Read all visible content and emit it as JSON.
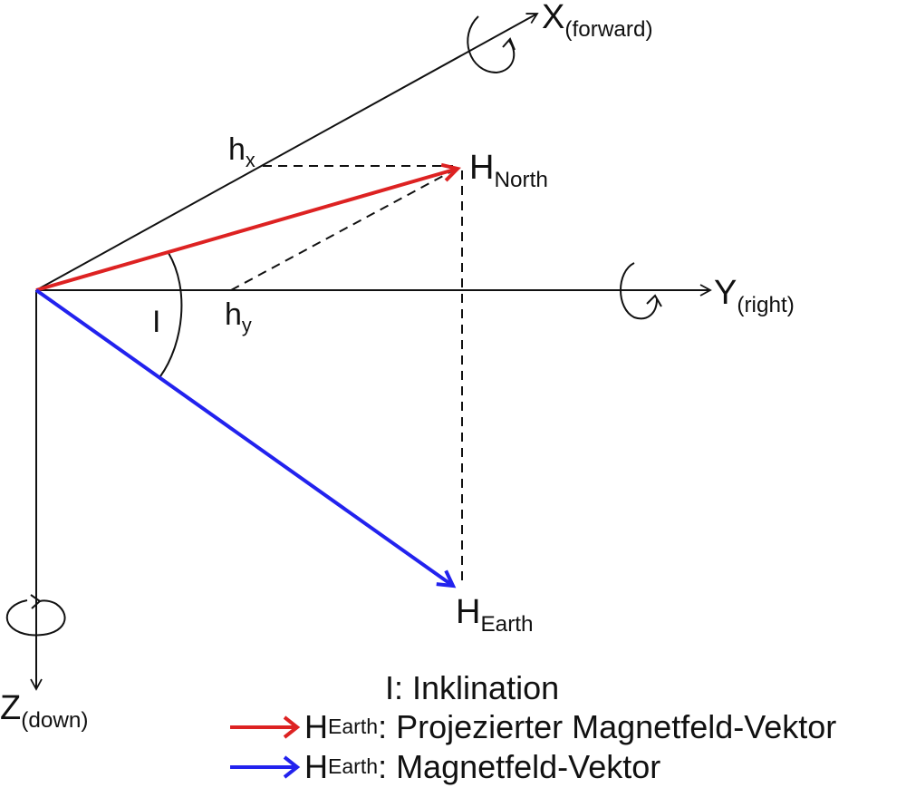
{
  "axes": {
    "x": {
      "main": "X",
      "sub": "(forward)"
    },
    "y": {
      "main": "Y",
      "sub": "(right)"
    },
    "z": {
      "main": "Z",
      "sub": "(down)"
    }
  },
  "components": {
    "hx": {
      "main": "h",
      "sub": "x"
    },
    "hy": {
      "main": "h",
      "sub": "y"
    }
  },
  "vectors": {
    "north": {
      "main": "H",
      "sub": "North"
    },
    "earth": {
      "main": "H",
      "sub": "Earth"
    }
  },
  "angle_label": "I",
  "legend": {
    "inclination": "I: Inklination",
    "projected": {
      "main": "H",
      "sub": "Earth",
      "text": ": Projezierter Magnetfeld-Vektor",
      "color": "#dd2222"
    },
    "field": {
      "main": "H",
      "sub": "Earth",
      "text": ": Magnetfeld-Vektor",
      "color": "#2222ee"
    }
  },
  "colors": {
    "axis": "#111111",
    "projected_vector": "#dd2222",
    "field_vector": "#2222ee"
  }
}
